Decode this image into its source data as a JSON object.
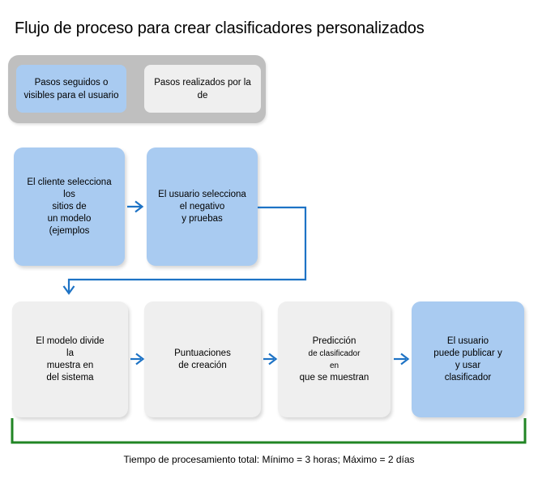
{
  "title": "Flujo de proceso para crear clasificadores personalizados",
  "legend": {
    "user_steps": {
      "lines": [
        "Pasos seguidos o",
        "visibles para el usuario"
      ]
    },
    "system_steps": {
      "lines": [
        "Pasos realizados por la",
        "de"
      ]
    }
  },
  "flow": {
    "top_row": [
      {
        "lines": [
          "El cliente selecciona",
          "los",
          "sitios de",
          "un modelo",
          "(ejemplos"
        ]
      },
      {
        "lines": [
          "El usuario selecciona",
          "el negativo",
          "y pruebas"
        ]
      }
    ],
    "bottom_row": [
      {
        "lines": [
          "El modelo divide",
          "la",
          "muestra en",
          "del sistema"
        ]
      },
      {
        "lines": [
          "Puntuaciones",
          "de creación"
        ]
      },
      {
        "lines": [
          "Predicción",
          "de clasificador",
          "en",
          "que se muestran"
        ]
      },
      {
        "lines": [
          "El usuario",
          "puede publicar y",
          "y usar",
          "clasificador"
        ]
      }
    ]
  },
  "footer": {
    "processing_time": "Tiempo de procesamiento total: Mínimo = 3 horas; Máximo = 2 días"
  },
  "colors": {
    "user_step_fill": "#a9cbf1",
    "system_step_fill": "#efefef",
    "legend_frame": "#bfbfbf",
    "arrow_blue": "#1e73c5",
    "bracket_green": "#218524"
  }
}
